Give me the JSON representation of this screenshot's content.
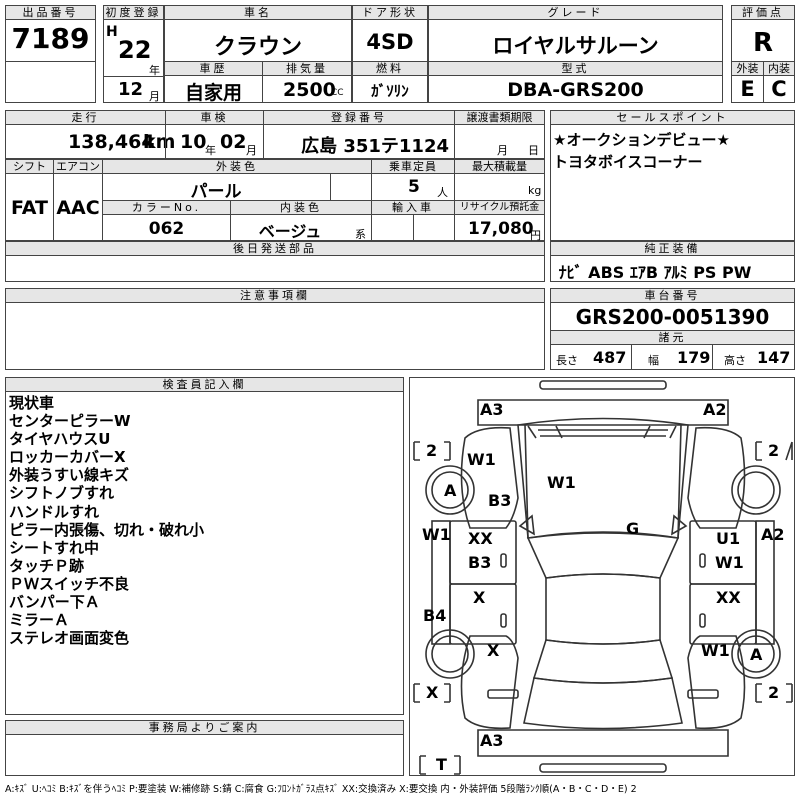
{
  "header": {
    "lot_label": "出品番号",
    "lot_number": "7189",
    "first_reg_label": "初度登録",
    "era": "H",
    "first_reg_year": "22",
    "year_unit": "年",
    "first_reg_month": "12",
    "month_unit": "月",
    "car_name_label": "車名",
    "car_name": "クラウン",
    "history_label": "車歴",
    "history": "自家用",
    "displacement_label": "排気量",
    "displacement": "2500",
    "displacement_unit": "CC",
    "door_label": "ドア形状",
    "door": "4SD",
    "fuel_label": "燃料",
    "fuel": "ｶﾞｿﾘﾝ",
    "grade_label": "グレード",
    "grade": "ロイヤルサルーン",
    "model_label": "型式",
    "model": "DBA-GRS200",
    "score_label": "評価点",
    "score": "R",
    "exterior_label": "外装",
    "exterior": "E",
    "interior_label": "内装",
    "interior": "C"
  },
  "row2": {
    "mileage_label": "走行",
    "mileage": "138,464",
    "mileage_unit": "km",
    "inspection_label": "車検",
    "inspection_year": "10",
    "inspection_month": "02",
    "year_unit": "年",
    "month_unit": "月",
    "plate_label": "登録番号",
    "plate": "広島 351テ1124",
    "transfer_label": "譲渡書類期限",
    "transfer_month_unit": "月",
    "transfer_day_unit": "日",
    "shift_label": "シフト",
    "shift": "FAT",
    "ac_label": "エアコン",
    "ac": "AAC",
    "ext_color_label": "外装色",
    "ext_color": "パール",
    "capacity_label": "乗車定員",
    "capacity": "5",
    "capacity_unit": "人",
    "load_label": "最大積載量",
    "load_unit": "kg",
    "color_no_label": "カラーNo.",
    "color_no": "062",
    "int_color_label": "内装色",
    "int_color": "ベージュ",
    "int_color_unit": "系",
    "import_label": "輸入車",
    "recycle_label": "リサイクル預託金",
    "recycle": "17,080",
    "recycle_unit": "円",
    "later_parts_label": "後日発送部品"
  },
  "sales_point": {
    "label": "セールスポイント",
    "lines": [
      "★オークションデビュー★",
      "トヨタボイスコーナー"
    ]
  },
  "equipment": {
    "label": "純正装備",
    "value": "ﾅﾋﾞ ABS ｴｱB ｱﾙﾐ PS PW"
  },
  "caution_label": "注意事項欄",
  "chassis": {
    "label": "車台番号",
    "number": "GRS200-0051390",
    "spec_label": "諸元",
    "length_label": "長さ",
    "length": "487",
    "width_label": "幅",
    "width": "179",
    "height_label": "高さ",
    "height": "147"
  },
  "inspector": {
    "label": "検査員記入欄",
    "notes": [
      "現状車",
      "センターピラーW",
      "タイヤハウスU",
      "ロッカーカバーX",
      "外装うすい線キズ",
      "シフトノブすれ",
      "ハンドルすれ",
      "ピラー内張傷、切れ・破れ小",
      "シートすれ中",
      "タッチＰ跡",
      "ＰＷスイッチ不良",
      "バンパー下Ａ",
      "ミラーＡ",
      "ステレオ画面変色"
    ]
  },
  "office_label": "事務局よりご案内",
  "diagram": {
    "marks": {
      "front_left": "A3",
      "front_right": "A2",
      "tire_lf": "2",
      "tire_rf": "2",
      "tire_rr": "2",
      "tire_lr": "X",
      "spare": "T",
      "wheel_lf": "A",
      "wheel_rr": "A",
      "fender_lf": "W1",
      "fender_lf2": "B3",
      "hood": "W1",
      "door_lf_side": "W1",
      "door_lf": "XX",
      "door_lf2": "B3",
      "roof": "G",
      "door_rf": "U1",
      "door_rf2": "W1",
      "pillar_r": "A2",
      "door_lr": "X",
      "rocker_l": "B4",
      "door_rr": "XX",
      "quarter_l": "X",
      "quarter_r": "W1",
      "rear": "A3"
    }
  },
  "legend": "A:ｷｽﾞ  U:ﾍｺﾐ  B:ｷｽﾞを伴うﾍｺﾐ  P:要塗装  W:補修跡  S:錆  C:腐食  G:ﾌﾛﾝﾄｶﾞﾗｽ点ｷｽﾞ  XX:交換済み  X:要交換   内・外装評価  5段階ﾗﾝｸ順(A・B・C・D・E)  2"
}
